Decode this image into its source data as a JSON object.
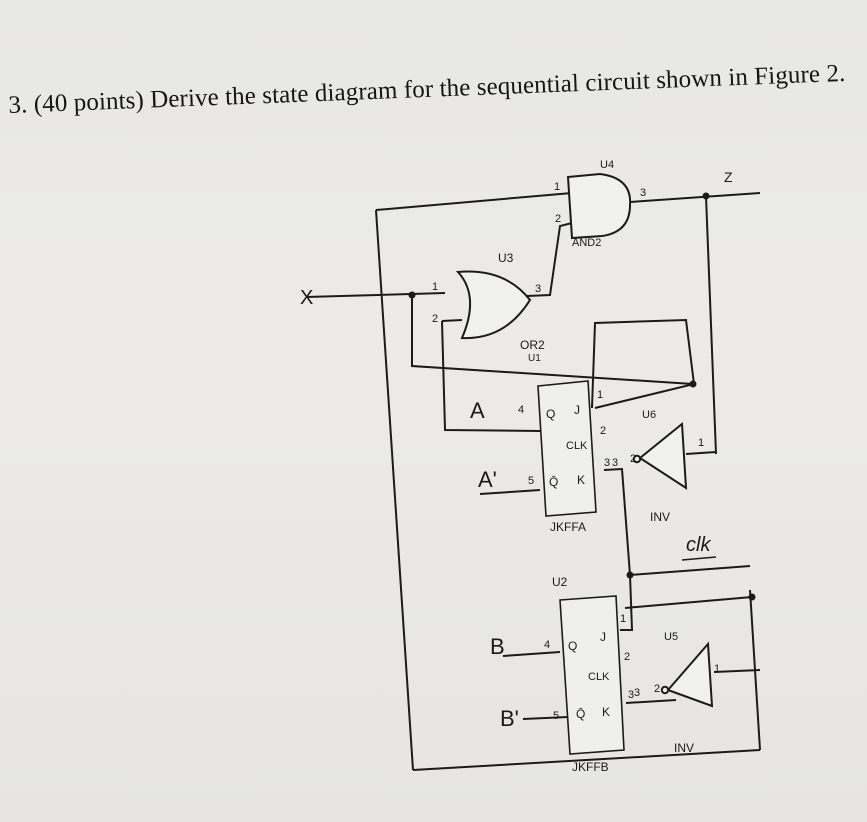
{
  "question": {
    "text": "3. (40 points) Derive the state diagram for the sequential circuit shown in Figure 2."
  },
  "circuit": {
    "input_x": "X",
    "output_z": "Z",
    "clock": "clk",
    "or_gate": {
      "ref": "U3",
      "type": "OR2",
      "pin1": "1",
      "pin2": "2",
      "pin_out": "3",
      "sub": "U1"
    },
    "and_gate": {
      "ref": "U4",
      "type": "AND2",
      "pin1": "1",
      "pin2": "2",
      "pin_out": "3"
    },
    "flipflop_a": {
      "ref": "U2",
      "type": "JKFFA",
      "q_label": "Q",
      "qbar_label": "Q̄",
      "j_label": "J",
      "k_label": "K",
      "clk_label": "CLK",
      "pin_q": "4",
      "pin_qbar": "5",
      "pin_j": "1",
      "pin_clk": "2",
      "pin_k": "3",
      "out_label": "A",
      "outbar_label": "A'"
    },
    "flipflop_b": {
      "type": "JKFFB",
      "q_label": "Q",
      "qbar_label": "Q̄",
      "j_label": "J",
      "k_label": "K",
      "clk_label": "CLK",
      "pin_q": "4",
      "pin_qbar": "5",
      "pin_j": "1",
      "pin_clk": "2",
      "pin_k": "3",
      "out_label": "B",
      "outbar_label": "B'"
    },
    "inverter_a": {
      "ref": "U6",
      "type": "INV",
      "pin_in": "1",
      "pin_out": "2",
      "pin_k": "3"
    },
    "inverter_b": {
      "ref": "U5",
      "type": "INV",
      "pin_in": "1",
      "pin_out": "2",
      "pin_k": "3"
    }
  }
}
